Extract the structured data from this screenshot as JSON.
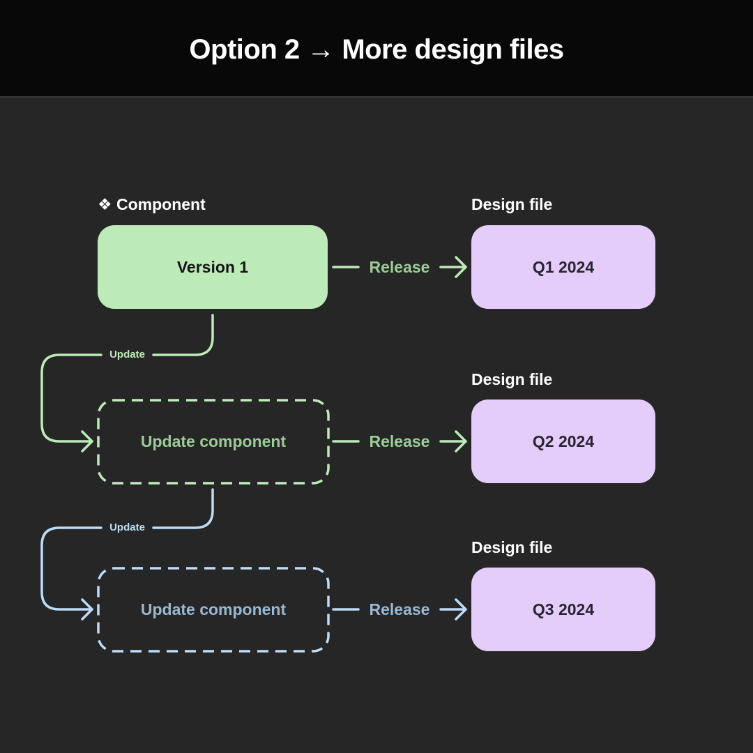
{
  "title": "Option 2 → More design files",
  "colors": {
    "green": "#bdebb8",
    "green_text": "#9ccc98",
    "blue": "#bddcf6",
    "blue_text": "#9ab8d2",
    "purple": "#e4cdfb",
    "background": "#262626",
    "header": "#080808"
  },
  "column_headings": {
    "component": "❖ Component",
    "design_file_1": "Design file",
    "design_file_2": "Design file",
    "design_file_3": "Design file"
  },
  "components": [
    {
      "label": "Version 1",
      "style": "solid"
    },
    {
      "label": "Update component",
      "style": "dashed"
    },
    {
      "label": "Update component",
      "style": "dashed"
    }
  ],
  "releases": [
    "Release",
    "Release",
    "Release"
  ],
  "design_files": [
    "Q1 2024",
    "Q2 2024",
    "Q3 2024"
  ],
  "updates": [
    "Update",
    "Update"
  ]
}
